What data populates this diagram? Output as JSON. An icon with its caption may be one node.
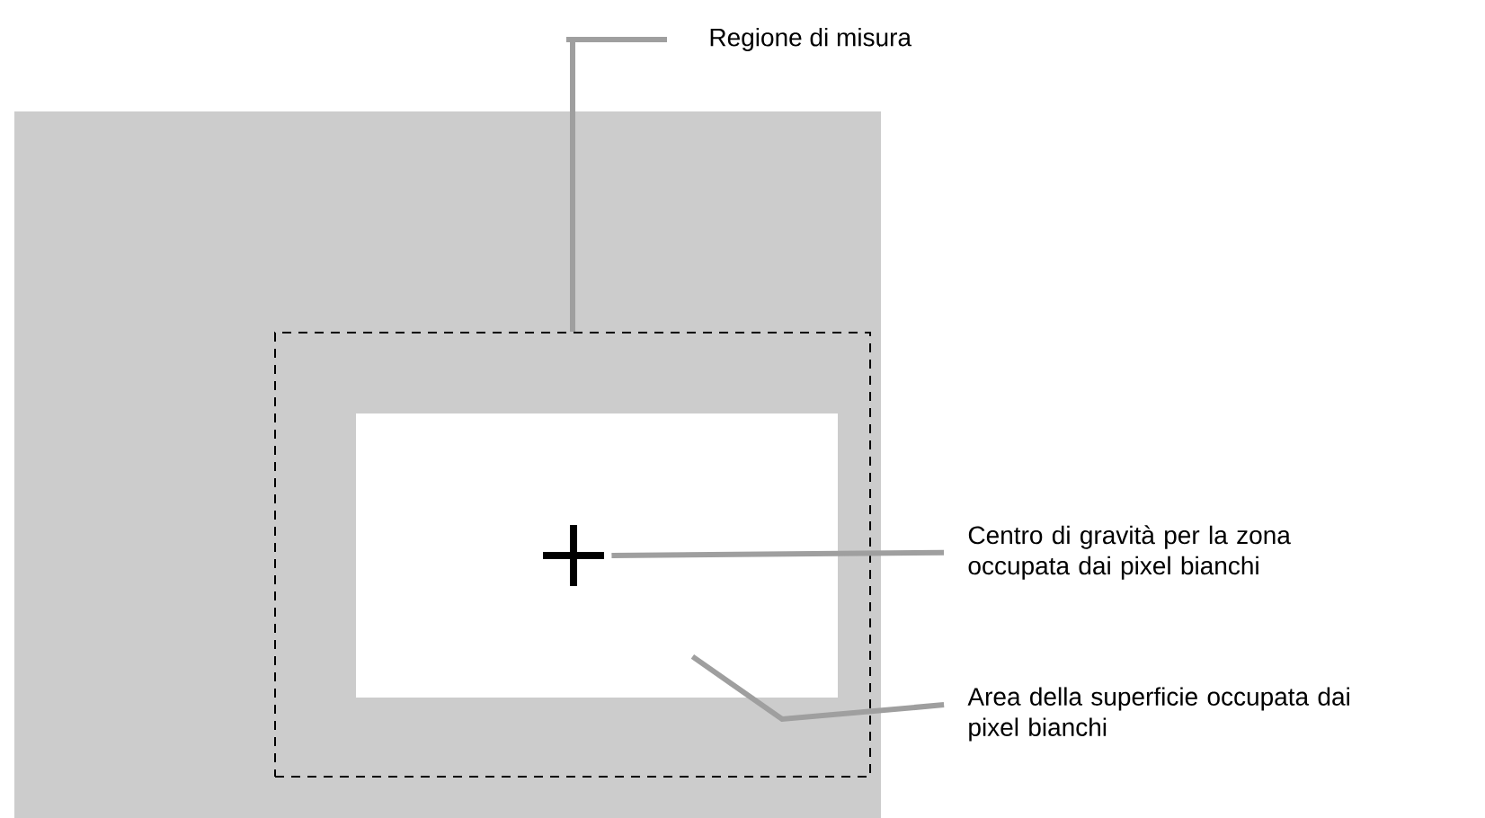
{
  "diagram": {
    "nodes": [
      {
        "text": [
          "Regione di misura"
        ]
      },
      {
        "text": [],
        "shape": "box"
      },
      {
        "text": [
          "Centro di gravità per la zona occupata dai pixel bianchi"
        ]
      },
      {
        "text": [],
        "shape": "cross",
        "in": 5
      },
      {
        "text": [
          "Area della superficie occupata dai pixel bianchi"
        ]
      },
      {
        "text": [],
        "shape": "box",
        "in": 1
      }
    ],
    "edges": [
      {
        "from": 0,
        "to": 1,
        "arrow": "none"
      },
      {
        "from": 2,
        "to": 3,
        "arrow": "none"
      },
      {
        "from": 4,
        "to": 5,
        "arrow": "none"
      }
    ]
  }
}
